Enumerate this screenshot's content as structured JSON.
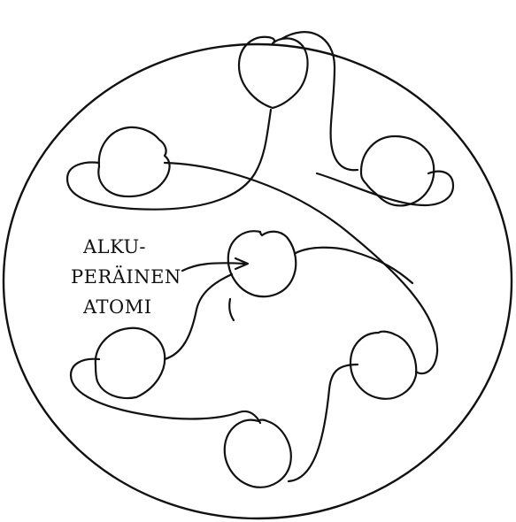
{
  "label": {
    "lines": [
      "ALKU-",
      "PERÄINEN",
      "ATOMI"
    ]
  },
  "colors": {
    "ink": "#111111",
    "background": "#ffffff"
  }
}
